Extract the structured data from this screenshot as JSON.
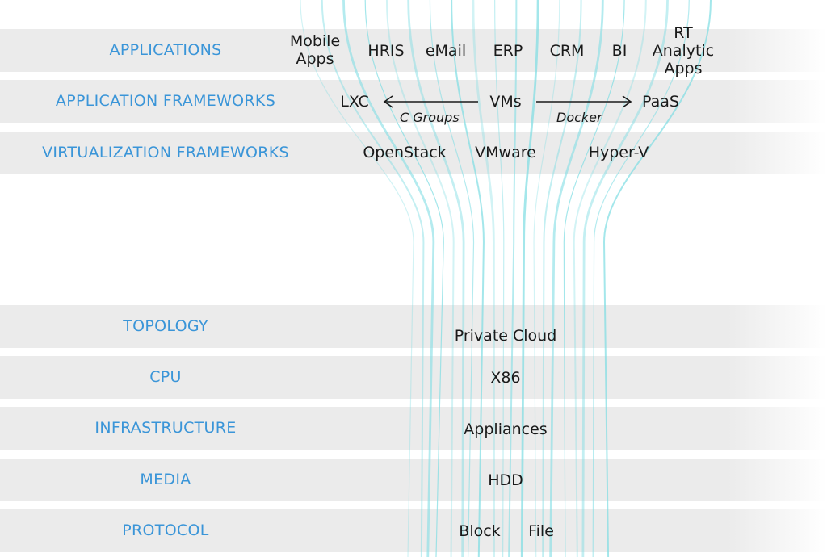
{
  "layers_top": [
    {
      "label": "APPLICATIONS"
    },
    {
      "label": "APPLICATION FRAMEWORKS"
    },
    {
      "label": "VIRTUALIZATION FRAMEWORKS"
    }
  ],
  "applications": {
    "mobile_line1": "Mobile",
    "mobile_line2": "Apps",
    "hris": "HRIS",
    "email": "eMail",
    "erp": "ERP",
    "crm": "CRM",
    "bi": "BI",
    "rt_line1": "RT",
    "rt_line2": "Analytic",
    "rt_line3": "Apps"
  },
  "app_frameworks": {
    "lxc": "LXC",
    "vms": "VMs",
    "paas": "PaaS",
    "cgroups": "C Groups",
    "docker": "Docker"
  },
  "virtualization": {
    "openstack": "OpenStack",
    "vmware": "VMware",
    "hyperv": "Hyper-V"
  },
  "layers_bottom": [
    {
      "label": "TOPOLOGY",
      "value": "Private Cloud"
    },
    {
      "label": "CPU",
      "value": "X86"
    },
    {
      "label": "INFRASTRUCTURE",
      "value": "Appliances"
    },
    {
      "label": "MEDIA",
      "value": "HDD"
    },
    {
      "label": "PROTOCOL",
      "value": ""
    }
  ],
  "protocol": {
    "block": "Block",
    "file": "File"
  },
  "colors": {
    "label": "#3a95d8",
    "band": "#ebebeb",
    "beam": "#7fdde3",
    "text": "#1a1a1a"
  }
}
